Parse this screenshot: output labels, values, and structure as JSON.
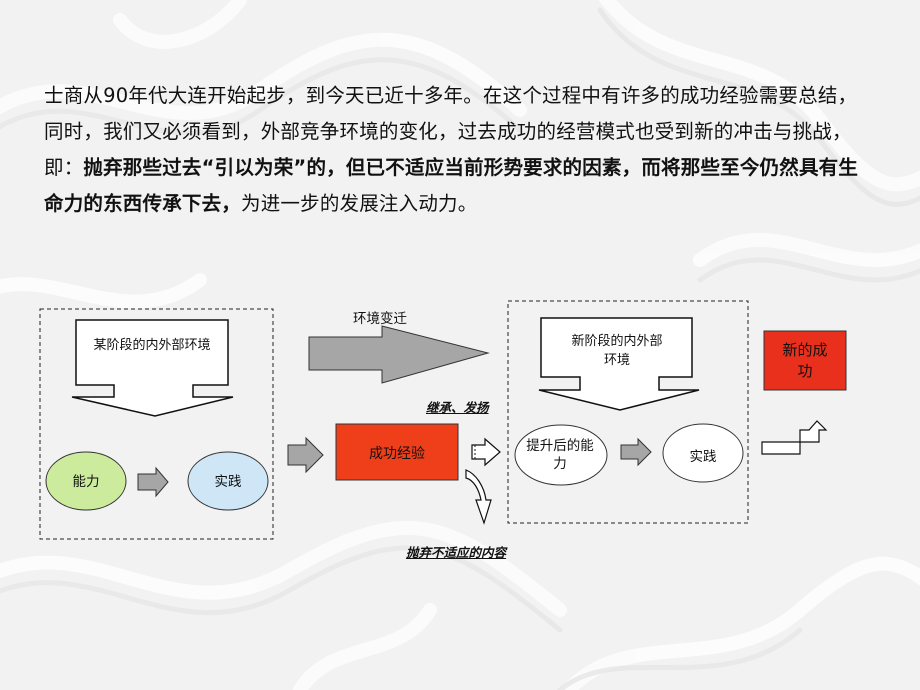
{
  "paragraph": {
    "p1": "士商从90年代大连开始起步，到今天已近十多年。在这个过程中有许多的成功经验需要总结，同时，我们又必须看到，外部竞争环境的变化，过去成功的经营模式也受到新的冲击与挑战，即：",
    "p2": "抛弃那些过去“引以为荣”的，但已不适应当前形势要求的因素，而将那些至今仍然具有生命力的东西传承下去，",
    "p3": "为进一步的发展注入动力。"
  },
  "diagram": {
    "left_box_title": "某阶段的内外部环境",
    "ability": "能力",
    "practice": "实践",
    "env_change": "环境变迁",
    "success_exp": "成功经验",
    "inherit": "继承、发扬",
    "abandon": "抛弃不适应的内容",
    "right_box_title": "新阶段的内外部环境",
    "improved_ability": "提升后的能力",
    "practice2": "实践",
    "new_success": "新的成功"
  },
  "colors": {
    "ability_fill": "#cceb9c",
    "practice_fill": "#cfe6f7",
    "success_fill": "#ee3f1a",
    "new_success_fill": "#e8301c",
    "arrow_gray": "#a6a6a6"
  }
}
